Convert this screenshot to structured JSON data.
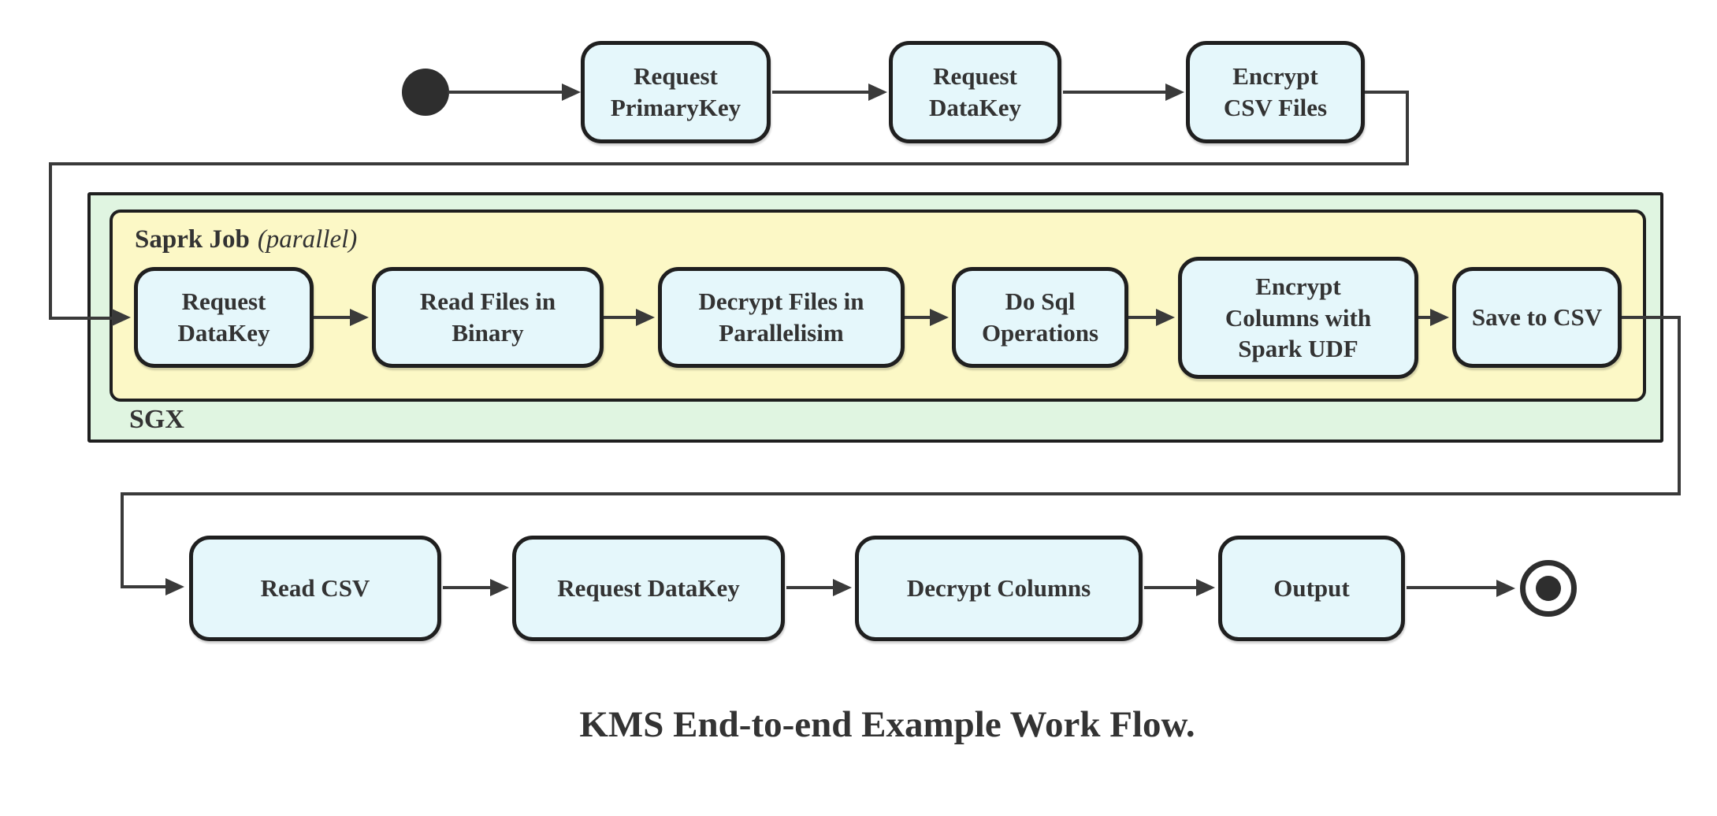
{
  "caption": "KMS End-to-end Example Work Flow.",
  "colors": {
    "node_fill": "#e5f7fb",
    "sgx_fill": "#e0f5e1",
    "spark_fill": "#fcf8c6",
    "line": "#3a3a3a",
    "border": "#1f1f1f",
    "text": "#333333"
  },
  "top_row": {
    "nodes": [
      {
        "label": "Request\nPrimaryKey"
      },
      {
        "label": "Request\nDataKey"
      },
      {
        "label": "Encrypt\nCSV Files"
      }
    ]
  },
  "sgx": {
    "label": "SGX",
    "spark_job": {
      "label": "Saprk Job",
      "label_qualifier": "(parallel)",
      "nodes": [
        {
          "label": "Request\nDataKey"
        },
        {
          "label": "Read Files in\nBinary"
        },
        {
          "label": "Decrypt Files in\nParallelisim"
        },
        {
          "label": "Do Sql\nOperations"
        },
        {
          "label": "Encrypt\nColumns with\nSpark UDF"
        },
        {
          "label": "Save to CSV"
        }
      ]
    }
  },
  "bottom_row": {
    "nodes": [
      {
        "label": "Read CSV"
      },
      {
        "label": "Request DataKey"
      },
      {
        "label": "Decrypt Columns"
      },
      {
        "label": "Output"
      }
    ]
  }
}
